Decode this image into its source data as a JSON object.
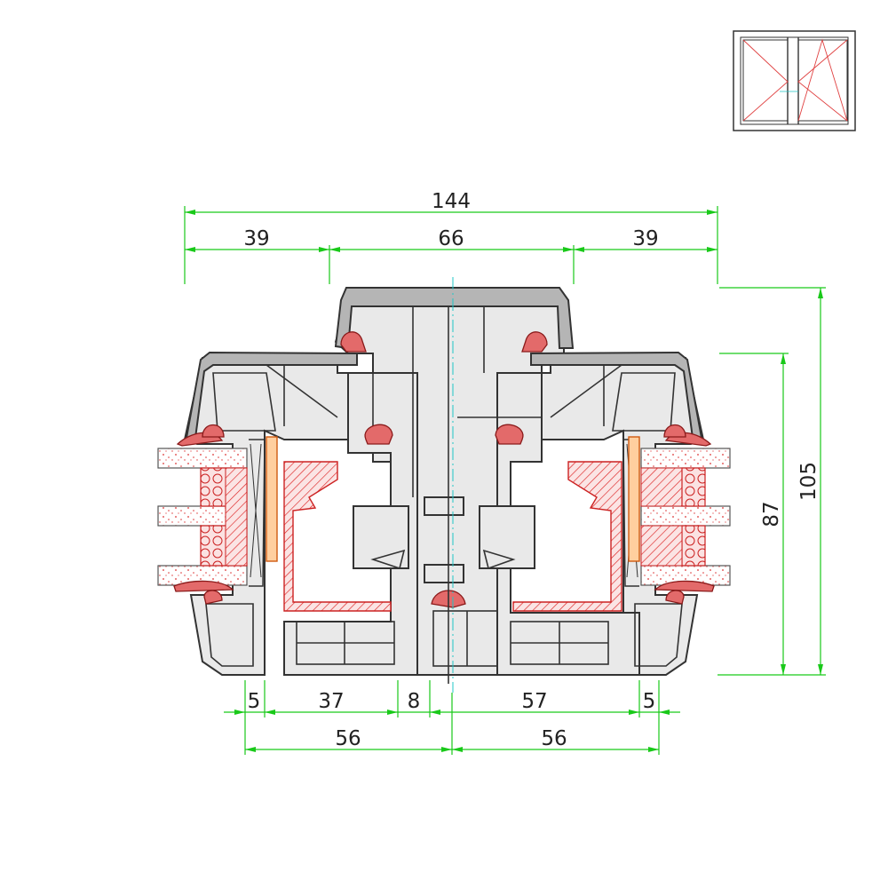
{
  "dimensions": {
    "overall_width": "144",
    "left_width": "39",
    "middle_width": "66",
    "right_width": "39",
    "bottom_5_left": "5",
    "bottom_37": "37",
    "bottom_8": "8",
    "bottom_57": "57",
    "bottom_5_right": "5",
    "bottom_56_left": "56",
    "bottom_56_right": "56",
    "height_87": "87",
    "height_105": "105"
  },
  "colors": {
    "dimension_line": "#19c919",
    "seal": "#e36a6a",
    "reinforcement_hatch": "#d22222",
    "centerline": "#20c7c7"
  }
}
